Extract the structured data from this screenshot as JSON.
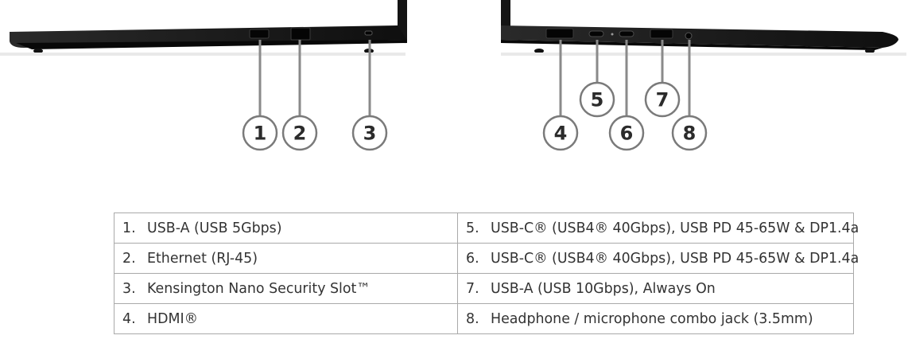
{
  "ports": [
    {
      "number": "1",
      "label": "USB-A (USB 5Gbps)"
    },
    {
      "number": "2",
      "label": "Ethernet (RJ-45)"
    },
    {
      "number": "3",
      "label": "Kensington Nano Security Slot™"
    },
    {
      "number": "4",
      "label": "HDMI®"
    },
    {
      "number": "5",
      "label": "USB-C® (USB4® 40Gbps), USB PD 45-65W & DP1.4a"
    },
    {
      "number": "6",
      "label": "USB-C® (USB4® 40Gbps), USB PD 45-65W & DP1.4a"
    },
    {
      "number": "7",
      "label": "USB-A (USB 10Gbps), Always On"
    },
    {
      "number": "8",
      "label": "Headphone / microphone combo jack (3.5mm)"
    }
  ],
  "table_prefix": [
    "1.",
    "2.",
    "3.",
    "4.",
    "5.",
    "6.",
    "7.",
    "8."
  ],
  "colors": {
    "laptop_body": "#1c1c1c",
    "callout_line": "#8a8a8a",
    "callout_circle_fill": "#ffffff",
    "callout_circle_stroke": "#7a7a7a",
    "table_border": "#a9a9a9",
    "text": "#333333"
  }
}
